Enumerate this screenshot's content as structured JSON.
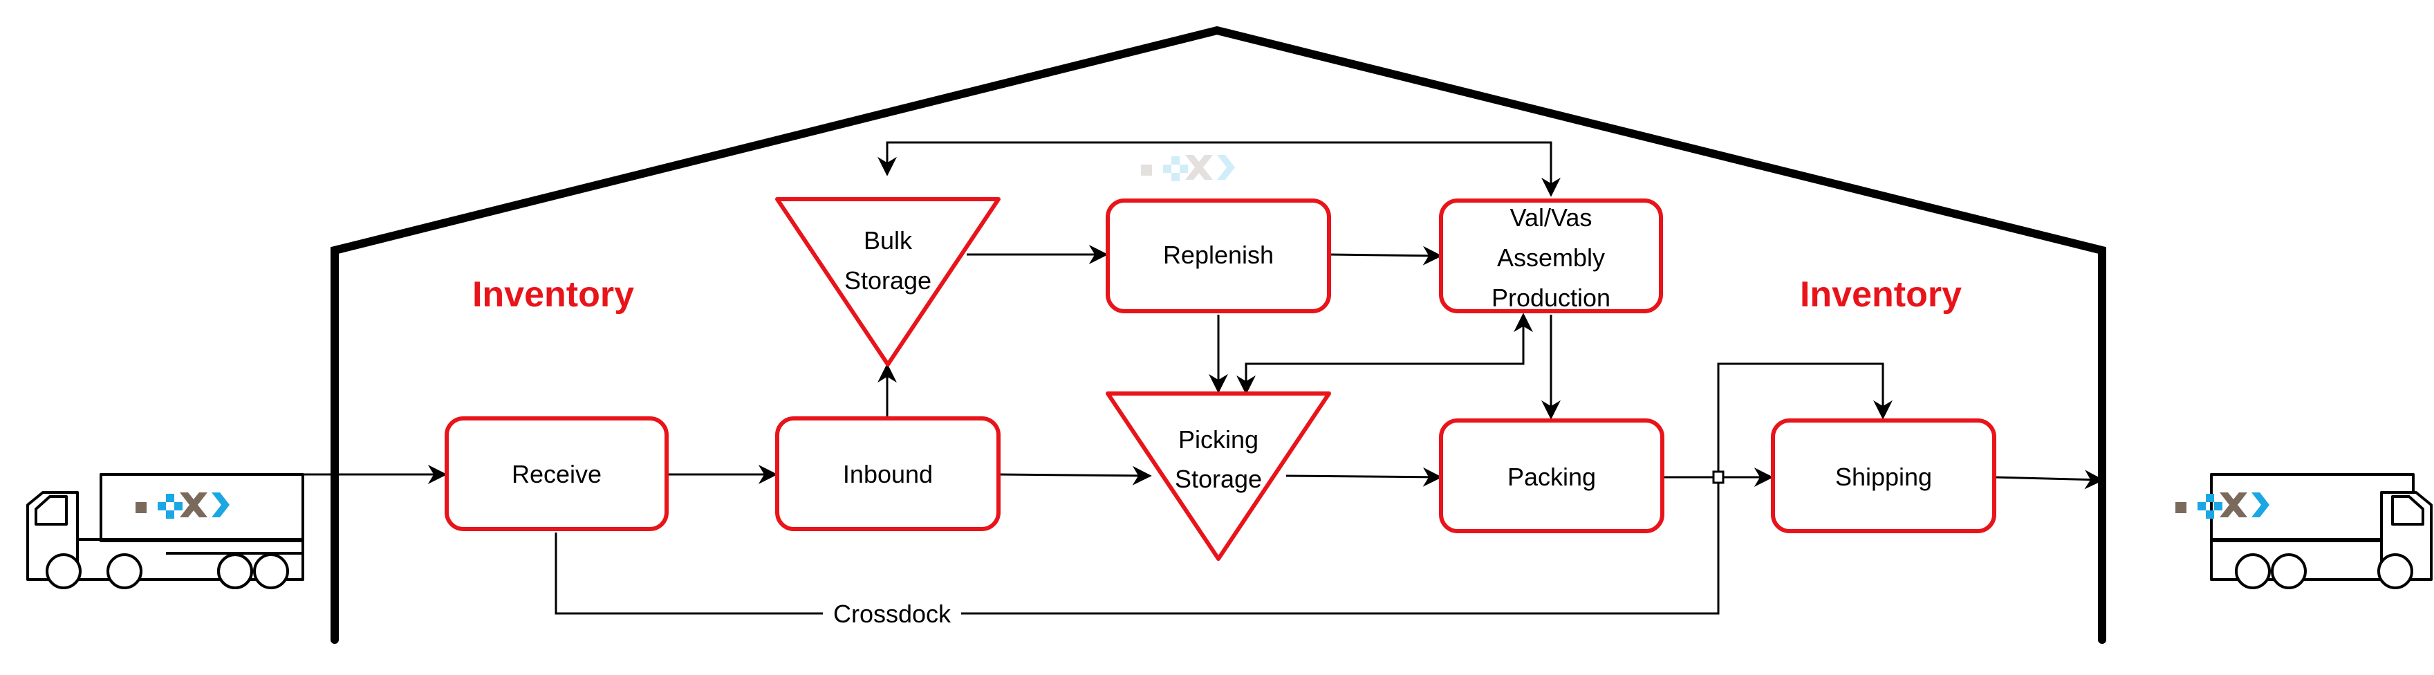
{
  "labels": {
    "inventory_left": "Inventory",
    "inventory_right": "Inventory",
    "crossdock": "Crossdock"
  },
  "nodes": {
    "receive": "Receive",
    "inbound": "Inbound",
    "bulk_storage": [
      "Bulk",
      "Storage"
    ],
    "replenish": "Replenish",
    "valvas": [
      "Val/Vas",
      "Assembly",
      "Production"
    ],
    "picking_storage": [
      "Picking",
      "Storage"
    ],
    "packing": "Packing",
    "shipping": "Shipping"
  },
  "colors": {
    "node_border": "#e8141a",
    "inventory_text": "#e8141a",
    "line": "#000000",
    "logo_brown": "#7a6a5c",
    "logo_blue": "#1ba7e3"
  },
  "icons": [
    "truck-icon",
    "logo-icon"
  ]
}
